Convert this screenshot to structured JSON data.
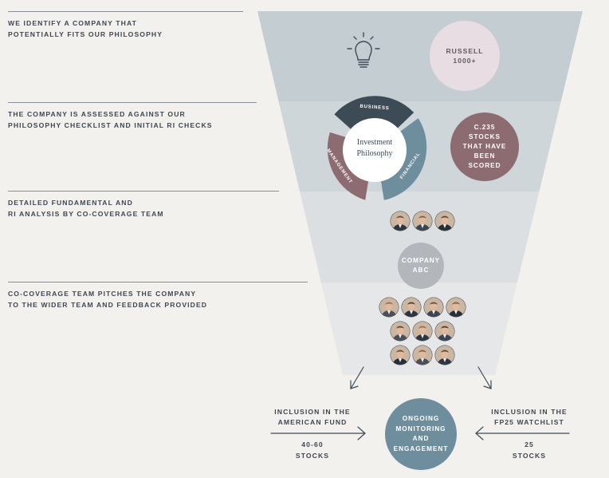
{
  "steps": [
    {
      "line1": "WE IDENTIFY A COMPANY THAT",
      "line2": "POTENTIALLY FITS OUR PHILOSOPHY"
    },
    {
      "line1": "THE COMPANY IS ASSESSED AGAINST OUR",
      "line2": "PHILOSOPHY CHECKLIST AND INITIAL RI CHECKS"
    },
    {
      "line1": "DETAILED FUNDAMENTAL AND",
      "line2": "RI ANALYSIS BY CO-COVERAGE TEAM"
    },
    {
      "line1": "CO-COVERAGE TEAM PITCHES THE COMPANY",
      "line2": "TO THE WIDER TEAM AND FEEDBACK PROVIDED"
    }
  ],
  "funnel": {
    "russell": {
      "line1": "RUSSELL",
      "line2": "1000+"
    },
    "philosophy_wheel": {
      "center_line1": "Investment",
      "center_line2": "Philosophy",
      "segments": [
        "BUSINESS",
        "MANAGEMENT",
        "FINANCIAL"
      ]
    },
    "scored": {
      "line1": "C.235",
      "line2": "STOCKS",
      "line3": "THAT HAVE",
      "line4": "BEEN",
      "line5": "SCORED"
    },
    "company": {
      "line1": "COMPANY",
      "line2": "ABC"
    },
    "team_small_count": 3,
    "team_large_count": 10
  },
  "outcomes": {
    "left": {
      "line1": "INCLUSION IN THE",
      "line2": "AMERICAN FUND",
      "count1": "40-60",
      "count2": "STOCKS"
    },
    "center": {
      "line1": "ONGOING",
      "line2": "MONITORING",
      "line3": "AND",
      "line4": "ENGAGEMENT"
    },
    "right": {
      "line1": "INCLUSION IN THE",
      "line2": "FP25 WATCHLIST",
      "count1": "25",
      "count2": "STOCKS"
    }
  },
  "colors": {
    "background": "#f2f1ee",
    "band1": "#c3cdd2",
    "band2": "#ced6da",
    "band3": "#dcdfe1",
    "band4": "#e6e7e8",
    "russell_circle": "#e8dde2",
    "scored_circle": "#8c6b71",
    "company_circle": "#b3b7bb",
    "ongoing_circle": "#6f8e9d",
    "wheel_business": "#3d4b56",
    "wheel_management": "#8c6b71",
    "wheel_financial": "#6f8e9d",
    "text": "#3f4650"
  }
}
